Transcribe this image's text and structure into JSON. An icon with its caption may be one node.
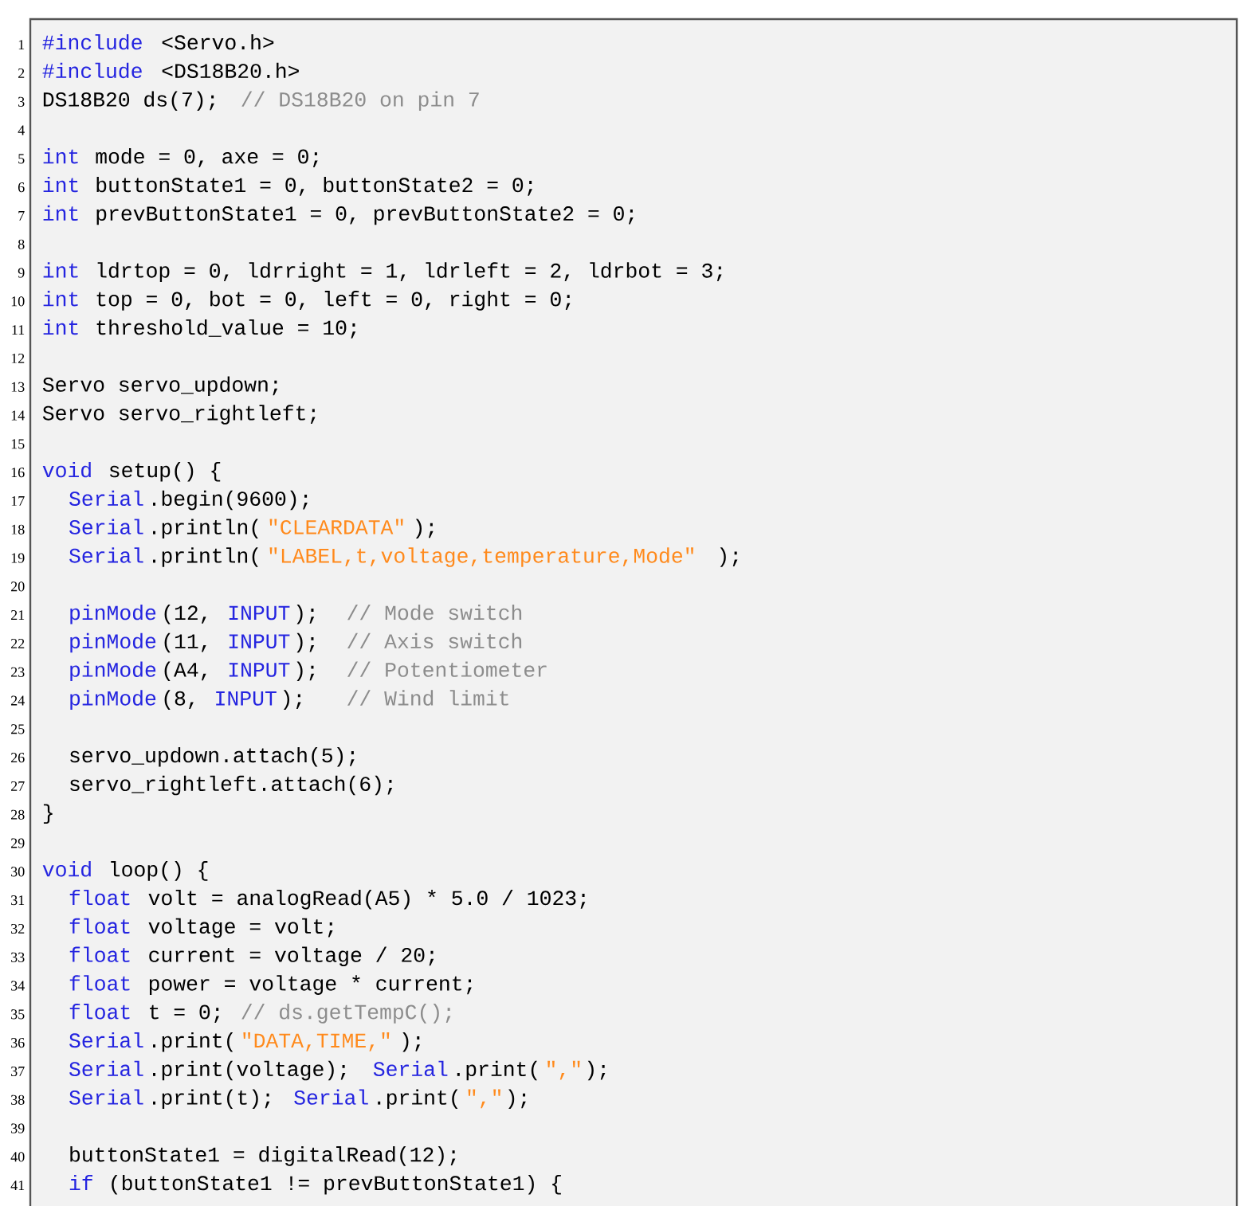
{
  "diagram": {
    "labels": [
      "1",
      "#include",
      "<Servo.h>",
      "2",
      "#include",
      "<DS18B20.h>",
      "3",
      "DS18B20 ds(7);",
      "// DS18B20 on pin 7",
      "4",
      "5",
      "int",
      "mode = 0, axe = 0;",
      "6",
      "int",
      "buttonState1 = 0, buttonState2 = 0;",
      "7",
      "int",
      "prevButtonState1 = 0, prevButtonState2 = 0;",
      "8",
      "9",
      "int",
      "ldrtop = 0, ldrright = 1, ldrleft = 2, ldrbot = 3;",
      "10",
      "int",
      "top = 0, bot = 0, left = 0, right = 0;",
      "11",
      "int",
      "threshold_value = 10;",
      "12",
      "13",
      "Servo servo_updown;",
      "14",
      "Servo servo_rightleft;",
      "15",
      "16",
      "void",
      "setup() {",
      "17",
      "Serial",
      ".begin(9600);",
      "18",
      "Serial",
      ".println(",
      "\"CLEARDATA\"",
      ");",
      "19",
      "Serial",
      ".println(",
      "\"LABEL,t,voltage,temperature,Mode\"",
      ");",
      "20",
      "21",
      "pinMode",
      "(12,",
      "INPUT",
      ");",
      "// Mode switch",
      "22",
      "pinMode",
      "(11,",
      "INPUT",
      ");",
      "// Axis switch",
      "23",
      "pinMode",
      "(A4,",
      "INPUT",
      ");",
      "// Potentiometer",
      "24",
      "pinMode",
      "(8,",
      "INPUT",
      ");",
      "// Wind limit",
      "25",
      "26",
      "servo_updown.attach(5);",
      "27",
      "servo_rightleft.attach(6);",
      "28",
      "}",
      "29",
      "30",
      "void",
      "loop() {",
      "31",
      "float",
      "volt = analogRead(A5) * 5.0 / 1023;",
      "32",
      "float",
      "voltage = volt;",
      "33",
      "float",
      "current = voltage / 20;",
      "34",
      "float",
      "power = voltage * current;",
      "35",
      "float",
      "t = 0;",
      "// ds.getTempC();",
      "36",
      "Serial",
      ".print(",
      "\"DATA,TIME,\"",
      ");",
      "37",
      "Serial",
      ".print(voltage);",
      "Serial",
      ".print(",
      "\",\"",
      ");",
      "38",
      "Serial",
      ".print(t);",
      "Serial",
      ".print(",
      "\",\"",
      ");",
      "39",
      "40",
      "buttonState1 = digitalRead(12);",
      "41",
      "if",
      "(buttonState1 != prevButtonState1) {"
    ]
  }
}
